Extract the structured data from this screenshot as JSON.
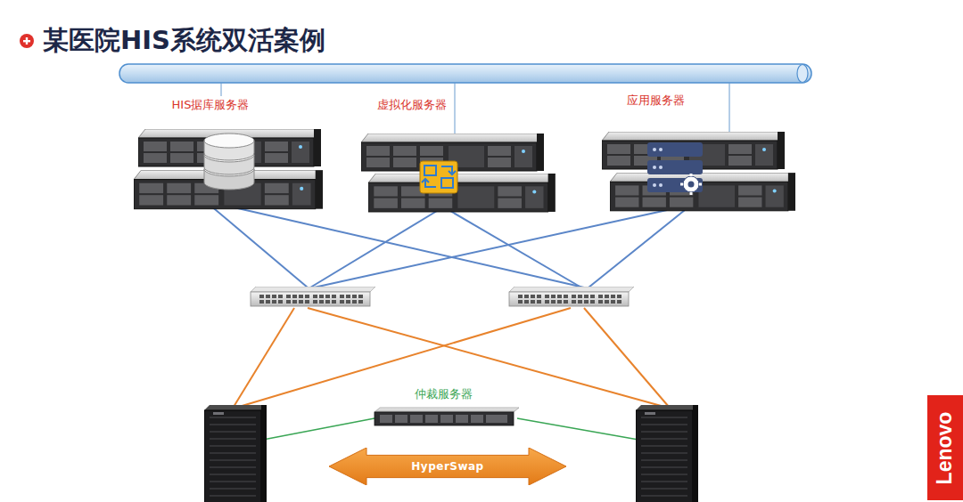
{
  "diagram": {
    "title": "某医院HIS系统双活案例",
    "nodes": [
      {
        "text": [
          "HIS据库服务器"
        ]
      },
      {
        "text": [
          "虚拟化服务器"
        ]
      },
      {
        "text": [
          "应用服务器"
        ]
      },
      {
        "text": [
          "仲裁服务器"
        ]
      },
      {
        "text": [
          "HyperSwap"
        ]
      }
    ],
    "labels": [
      "Lenovo"
    ]
  }
}
